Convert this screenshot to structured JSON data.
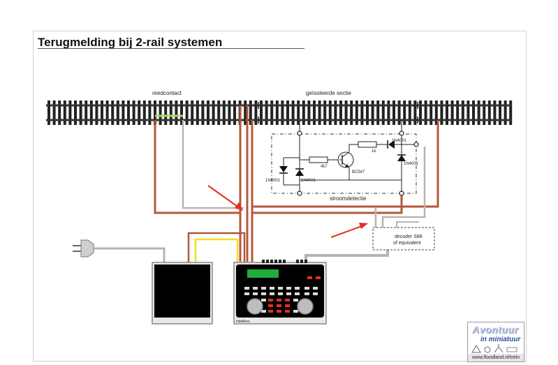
{
  "title": "Terugmelding bij 2-rail systemen",
  "labels": {
    "reedcontact": "reedcontact",
    "isolated_section": "geïsoleerde sectie",
    "current_detection": "stroomdetectie",
    "resistor_4k7": "4k7",
    "resistor_1k": "1k",
    "transistor": "BC547",
    "diode_left_a": "1N4001",
    "diode_left_b": "1N4001",
    "diode_right_top": "1N4001",
    "diode_right_side": "1N4001",
    "decoder_line1": "decoder S88",
    "decoder_line2": "of equivalent",
    "central_unit": "intellibox"
  },
  "logo": {
    "main": "Avontuur",
    "sub": "in miniatuur",
    "url": "www.floodland.nl/trein"
  },
  "colors": {
    "brown_wire": "#b5573c",
    "grey_wire": "#b4b4b4",
    "yellow_wire": "#f0e020",
    "arrow": "#e0301e",
    "rail": "#3a3a3a",
    "display": "#1fae3a",
    "led": "#e0302a"
  }
}
